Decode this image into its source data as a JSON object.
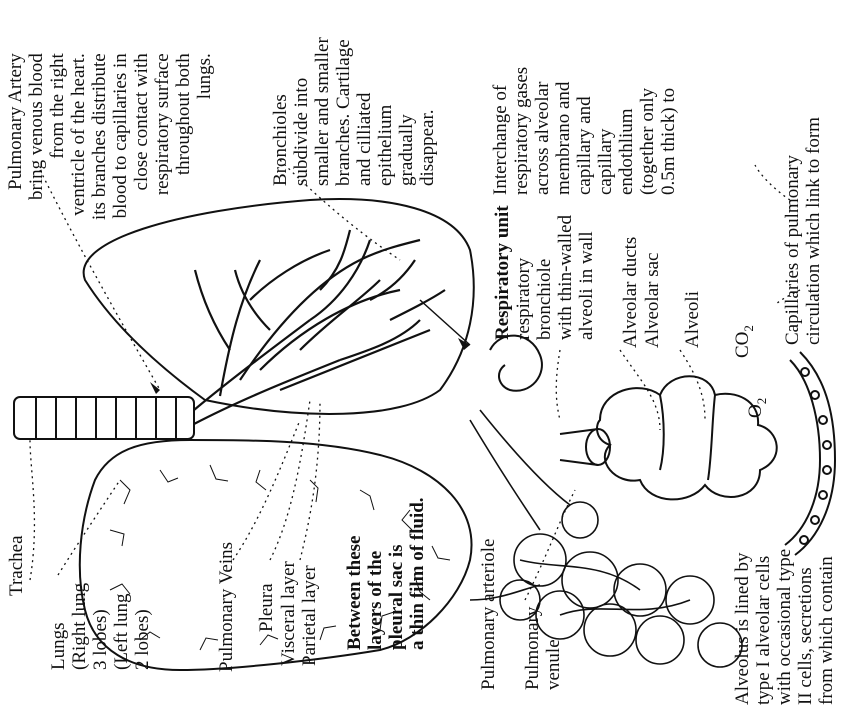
{
  "labels": {
    "trachea": "Trachea",
    "lungs": [
      "Lungs",
      "(Right lung",
      "3 lobes)",
      "(Left lung",
      "2 lobes)"
    ],
    "pulmonary_veins": "Pulmonary Veins",
    "pleura": "Pleura",
    "visceral_layer": "Visceral layer",
    "parietal_layer": "Parietal layer",
    "pleural_fluid": [
      "Between these",
      "layers of the",
      "pleural sac is",
      "a thin film of fluid."
    ],
    "pulmonary_artery": [
      "Pulmonary Artery",
      "bring venous blood",
      "from the right",
      "ventricle of the heart.",
      "its branches distribute",
      "blood to capillaries in",
      "close contact with",
      "respiratory surface",
      "throughout both",
      "lungs."
    ],
    "bronchioles": [
      "Bronchioles",
      "subdivide into",
      "smaller and smaller",
      "branches. Cartilage",
      "and cilliated",
      "epithelium",
      "gradually",
      "disappear."
    ],
    "gas_exchange": [
      "Interchange of",
      "respiratory gases",
      "across alveolar",
      "membrano and",
      "capillary and",
      "capillary",
      "endothlium",
      "(together only",
      "0.5m thick) to"
    ],
    "respiratory_unit_title": "Respiratory unit",
    "respiratory_bronchiole": [
      "respiratory",
      "bronchiole",
      "with thin-walled",
      "alveoli in wall"
    ],
    "alveolar_ducts": "Alveolar ducts",
    "alveolar_sac": "Alveolar sac",
    "alveoli": "Alveoli",
    "co2": "CO",
    "co2_sub": "2",
    "o2": "O",
    "o2_sub": "2",
    "capillaries": [
      "Capillaries of pulmonary",
      "circulation which link to form"
    ],
    "pulmonary_arteriole": "Pulmonary arteriole",
    "pulmonary_venule": [
      "Pulmonary",
      "venule"
    ],
    "alveolus_lining": [
      "Alveolus is lined by",
      "type I alveolar cells",
      "with occasional type",
      "II cells, secretions",
      "from which contain"
    ]
  }
}
